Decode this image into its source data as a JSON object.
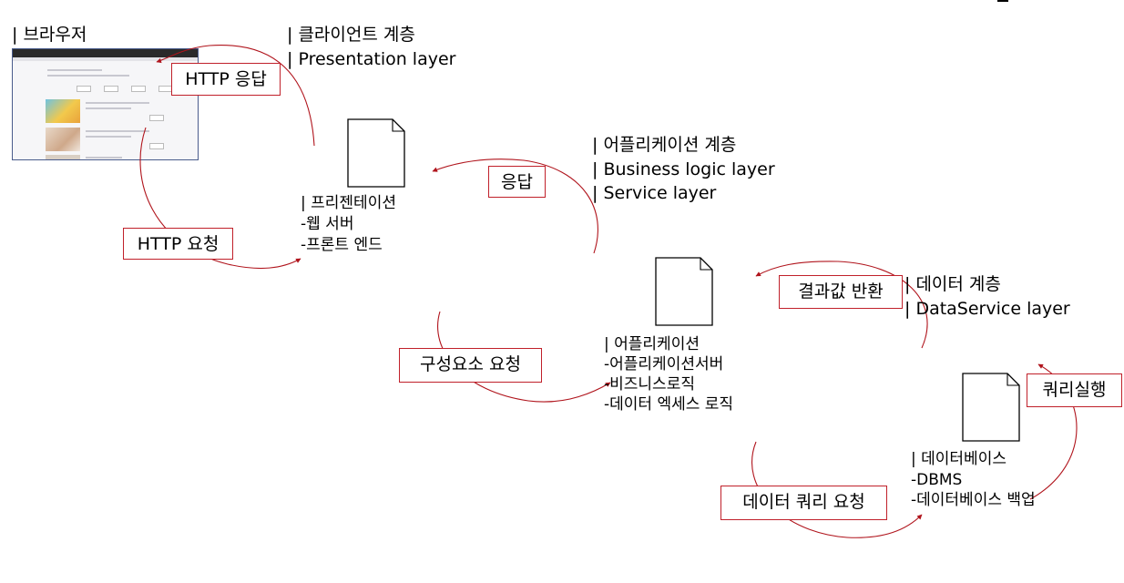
{
  "colors": {
    "arrow": "#b0141c",
    "box_border": "#c0202a"
  },
  "browser": {
    "label": "| 브라우저"
  },
  "tiers": {
    "client": {
      "line1": "| 클라이언트 계층",
      "line2": "| Presentation  layer"
    },
    "application": {
      "line1": "| 어플리케이션 계층",
      "line2": "| Business  logic layer",
      "line3": "| Service  layer"
    },
    "data": {
      "line1": "| 데이터 계층",
      "line2": "| DataService  layer"
    }
  },
  "nodes": {
    "presentation": {
      "title": "| 프리젠테이션",
      "items": [
        "-웹 서버",
        "-프론트 엔드"
      ]
    },
    "application": {
      "title": "| 어플리케이션",
      "items": [
        "-어플리케이션서버",
        "-비즈니스로직",
        "-데이터 엑세스 로직"
      ]
    },
    "database": {
      "title": "| 데이터베이스",
      "items": [
        "-DBMS",
        "-데이터베이스 백업"
      ]
    }
  },
  "messages": {
    "http_response": "HTTP 응답",
    "http_request": "HTTP 요청",
    "response": "응답",
    "component_request": "구성요소 요청",
    "result_return": "결과값 반환",
    "query_exec": "쿼리실행",
    "data_query_request": "데이터 쿼리 요청"
  },
  "icons": {
    "browser": "browser-screenshot-icon",
    "document": "document-icon",
    "arrow": "arrowhead-icon"
  }
}
